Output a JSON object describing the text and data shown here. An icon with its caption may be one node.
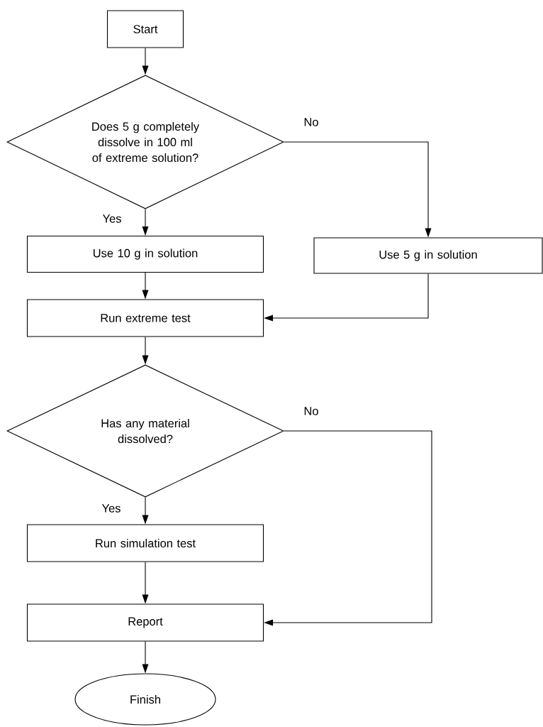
{
  "diagram": {
    "nodes": [
      {
        "text": [
          "Start"
        ]
      },
      {
        "text": [
          "Does 5 g completely dissolve in 100 ml of extreme solution?"
        ]
      },
      {
        "text": [
          "Use 10 g in solution"
        ]
      },
      {
        "text": [
          "Use 5 g in solution"
        ]
      },
      {
        "text": [
          "Run extreme test"
        ]
      },
      {
        "text": [
          "Has any material dissolved?"
        ]
      },
      {
        "text": [
          "Run simulation test"
        ]
      },
      {
        "text": [
          "Report"
        ]
      },
      {
        "text": [
          "Finish"
        ]
      }
    ],
    "edges": [
      {
        "from": 0,
        "to": 1,
        "arrow": "to"
      },
      {
        "from": 1,
        "to": 2,
        "arrow": "to",
        "label": "Yes"
      },
      {
        "from": 1,
        "to": 3,
        "arrow": "to",
        "label": "No"
      },
      {
        "from": 2,
        "to": 4,
        "arrow": "to"
      },
      {
        "from": 3,
        "to": 4,
        "arrow": "to"
      },
      {
        "from": 4,
        "to": 5,
        "arrow": "to"
      },
      {
        "from": 5,
        "to": 6,
        "arrow": "to",
        "label": "Yes"
      },
      {
        "from": 5,
        "to": 7,
        "arrow": "to",
        "label": "No"
      },
      {
        "from": 6,
        "to": 7,
        "arrow": "to"
      },
      {
        "from": 7,
        "to": 8,
        "arrow": "to"
      }
    ]
  }
}
